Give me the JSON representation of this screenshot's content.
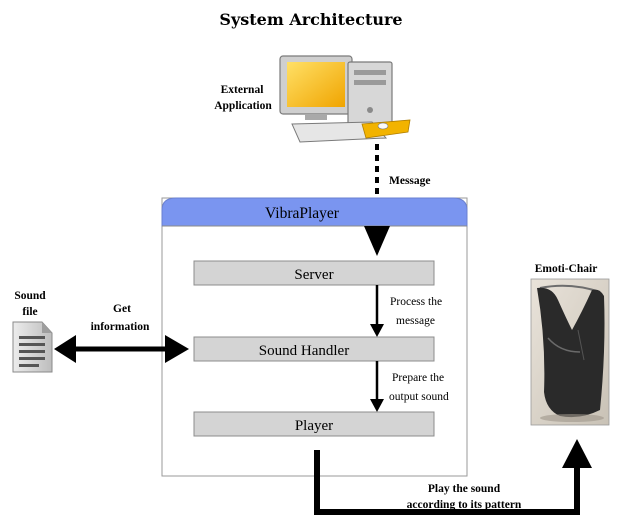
{
  "title": "System Architecture",
  "external_app": {
    "label_line1": "External",
    "label_line2": "Application"
  },
  "message_label": "Message",
  "vibraplayer": {
    "header": "VibraPlayer",
    "boxes": {
      "server": "Server",
      "sound_handler": "Sound Handler",
      "player": "Player"
    },
    "step1": {
      "line1": "Process the",
      "line2": "message"
    },
    "step2": {
      "line1": "Prepare the",
      "line2": "output sound"
    }
  },
  "sound_file": {
    "line1": "Sound",
    "line2": "file"
  },
  "get_info": {
    "line1": "Get",
    "line2": "information"
  },
  "emoti_chair": {
    "label": "Emoti-Chair"
  },
  "play_label": {
    "line1": "Play the sound",
    "line2": "according to its pattern"
  },
  "colors": {
    "header_blue": "#7a95f0",
    "box_gray": "#d4d4d4",
    "monitor_yellow": "#f2b300"
  },
  "icons": {
    "computer": "desktop-computer-icon",
    "document": "document-icon",
    "chair": "emoti-chair-photo"
  }
}
